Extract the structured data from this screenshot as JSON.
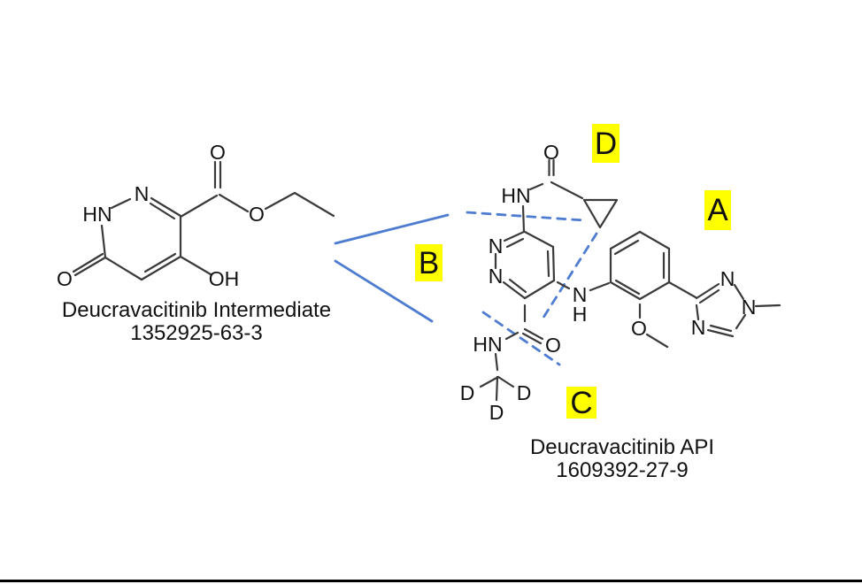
{
  "colors": {
    "bond": "#3a3a3a",
    "connector": "#4d7cd0",
    "highlight": "#ffff00",
    "text": "#111111",
    "bar": "#000000"
  },
  "molecules": {
    "intermediate": {
      "name": "Deucravacitinib Intermediate",
      "cas": "1352925-63-3"
    },
    "api": {
      "name": "Deucravacitinib API",
      "cas": "1609392-27-9"
    }
  },
  "region_labels": {
    "a": "A",
    "b": "B",
    "c": "C",
    "d": "D"
  },
  "atom_symbols": {
    "o": "O",
    "oh": "OH",
    "n": "N",
    "hn": "HN",
    "h": "H",
    "d": "D"
  }
}
